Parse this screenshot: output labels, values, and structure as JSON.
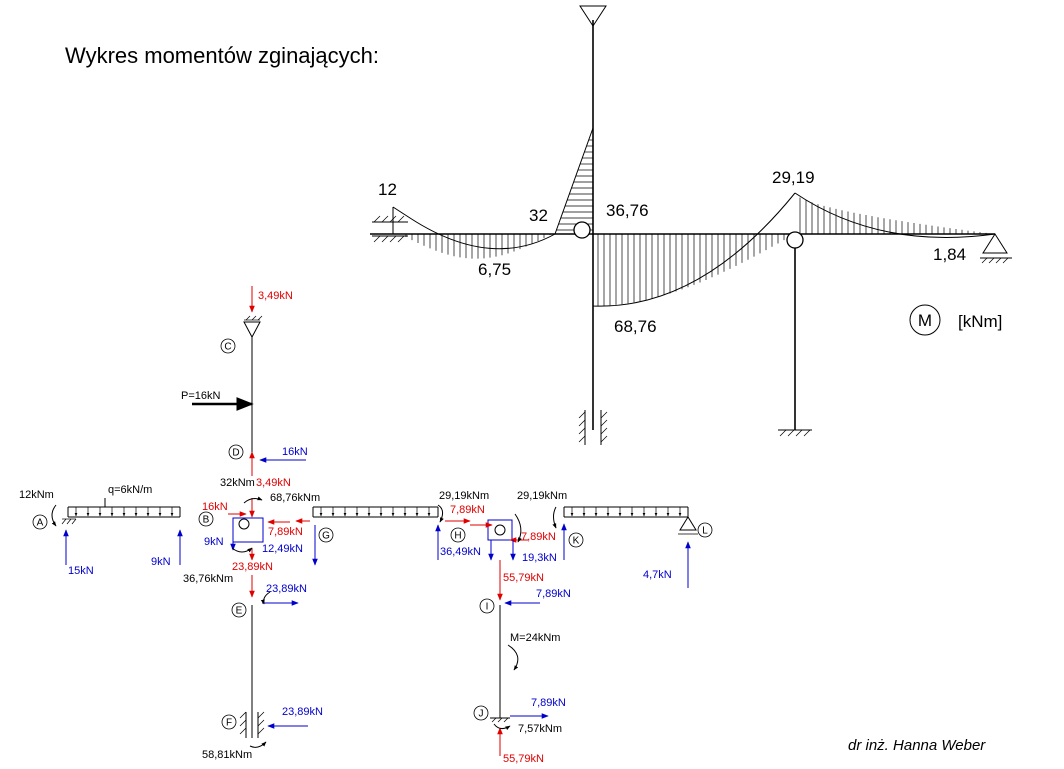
{
  "title": "Wykres momentów zginających:",
  "author": "dr inż. Hanna Weber",
  "moment_diagram": {
    "values": {
      "v12": "12",
      "v32": "32",
      "v3676": "36,76",
      "v2919": "29,19",
      "v675": "6,75",
      "v184": "1,84",
      "v6876": "68,76"
    },
    "legend_symbol": "M",
    "legend_unit": "[kNm]"
  },
  "free_body": {
    "nodes": {
      "A": "A",
      "B": "B",
      "C": "C",
      "D": "D",
      "E": "E",
      "F": "F",
      "G": "G",
      "H": "H",
      "I": "I",
      "J": "J",
      "K": "K",
      "L": "L"
    },
    "labels": {
      "c_top": "3,49kN",
      "p_load": "P=16kN",
      "d_16": "16kN",
      "m_32": "32kNm",
      "d_349": "3,49kN",
      "m_12": "12kNm",
      "q_load": "q=6kN/m",
      "m_6876": "68,76kNm",
      "b_16": "16kN",
      "g_789": "7,89kN",
      "b_9": "9kN",
      "b_1249": "12,49kN",
      "b_2389": "23,89kN",
      "a_15": "15kN",
      "b_9b": "9kN",
      "m_3676": "36,76kNm",
      "e_2389": "23,89kN",
      "f_2389": "23,89kN",
      "m_5881": "58,81kNm",
      "m_2919a": "29,19kNm",
      "h_789": "7,89kN",
      "h_3649": "36,49kN",
      "m_2919b": "29,19kNm",
      "k_789": "7,89kN",
      "k_193": "19,3kN",
      "i_5579": "55,79kN",
      "i_789": "7,89kN",
      "m_24": "M=24kNm",
      "j_789": "7,89kN",
      "m_757": "7,57kNm",
      "j_5579": "55,79kN",
      "l_47": "4,7kN"
    }
  },
  "colors": {
    "reaction_red": "#e00000",
    "load_blue": "#0000cc",
    "line": "#000000"
  }
}
